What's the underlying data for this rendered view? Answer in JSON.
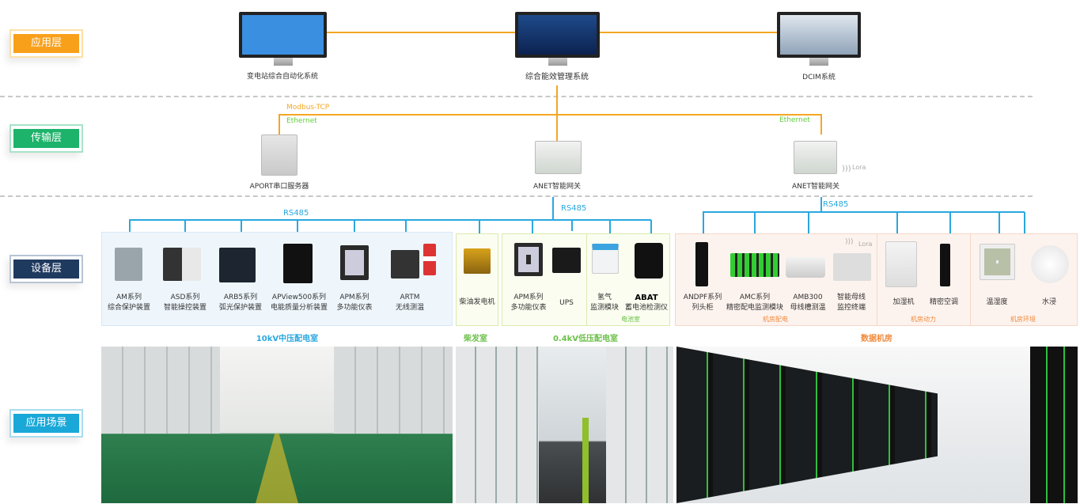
{
  "layers": {
    "app": "应用层",
    "transport": "传输层",
    "device": "设备层",
    "scene": "应用场景"
  },
  "apps": [
    {
      "label": "变电站综合自动化系统"
    },
    {
      "label": "综合能效管理系统"
    },
    {
      "label": "DCIM系统"
    }
  ],
  "protocols": {
    "modbus": "Modbus-TCP",
    "ethernet_left": "Ethernet",
    "ethernet_right": "Ethernet",
    "rs485_left": "RS485",
    "rs485_center": "RS485",
    "rs485_right": "RS485",
    "lora_gateway": "Lora",
    "lora_device": "Lora"
  },
  "gateways": [
    {
      "label": "APORT串口服务器"
    },
    {
      "label": "ANET智能网关"
    },
    {
      "label": "ANET智能网关"
    }
  ],
  "mv_devices": [
    {
      "l1": "AM系列",
      "l2": "综合保护装置"
    },
    {
      "l1": "ASD系列",
      "l2": "智能操控装置"
    },
    {
      "l1": "ARB5系列",
      "l2": "弧光保护装置"
    },
    {
      "l1": "APView500系列",
      "l2": "电能质量分析装置"
    },
    {
      "l1": "APM系列",
      "l2": "多功能仪表"
    },
    {
      "l1": "ARTM",
      "l2": "无线测温"
    }
  ],
  "gen_devices": [
    {
      "l1": "柴油发电机"
    }
  ],
  "lv_devices": [
    {
      "l1": "APM系列",
      "l2": "多功能仪表"
    },
    {
      "l1": "UPS"
    },
    {
      "l1": "氢气",
      "l2": "监测模块"
    },
    {
      "l1": "ABAT",
      "l2": "蓄电池检测仪"
    }
  ],
  "dc_devices": [
    {
      "l1": "ANDPF系列",
      "l2": "列头柜"
    },
    {
      "l1": "AMC系列",
      "l2": "精密配电监测模块"
    },
    {
      "l1": "AMB300",
      "l2": "母线槽测温"
    },
    {
      "l1": "智能母线",
      "l2": "监控终端"
    },
    {
      "l1": "加湿机"
    },
    {
      "l1": "精密空调"
    },
    {
      "l1": "温湿度"
    },
    {
      "l1": "水浸"
    }
  ],
  "subgroups": {
    "battery": "电池室",
    "dc_power": "机房配电",
    "dc_dynamic": "机房动力",
    "dc_env": "机房环境"
  },
  "sections": {
    "mv": "10kV中压配电室",
    "gen": "柴发室",
    "lv": "0.4kV低压配电室",
    "dc": "数据机房"
  },
  "colors": {
    "app": "#f9a01b",
    "transport": "#1db36a",
    "device": "#1f3a5f",
    "scene": "#19a8d8",
    "link": "#f5a623",
    "rs485": "#2aa8df"
  }
}
